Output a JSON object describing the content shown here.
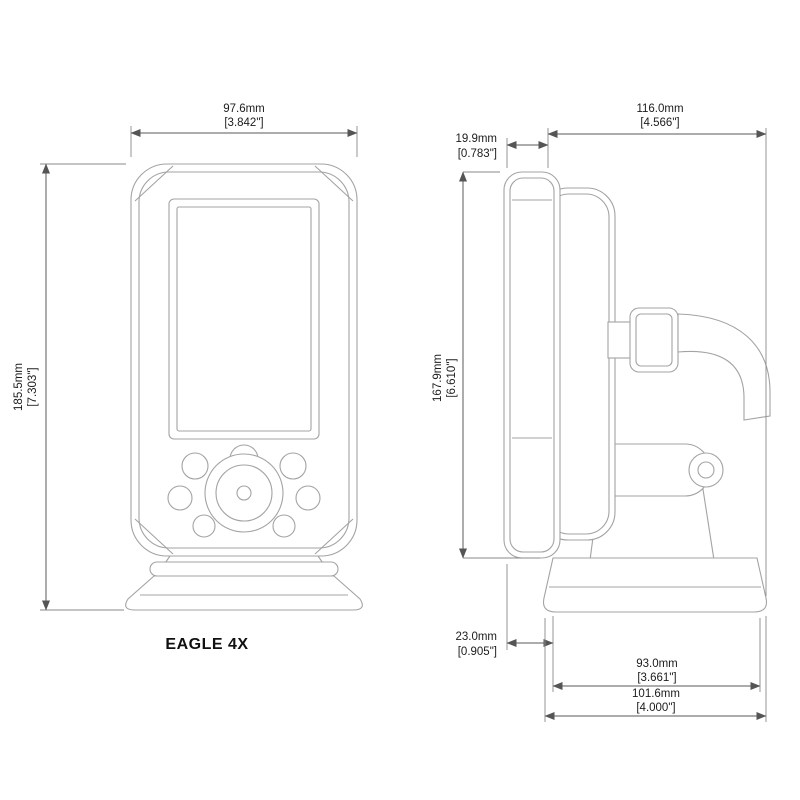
{
  "drawing": {
    "model_label": "EAGLE 4X"
  },
  "dimensions": {
    "front_width": {
      "mm": "97.6mm",
      "in": "[3.842\"]"
    },
    "front_height": {
      "mm": "185.5mm",
      "in": "[7.303\"]"
    },
    "side_depth": {
      "mm": "116.0mm",
      "in": "[4.566\"]"
    },
    "bezel_depth": {
      "mm": "19.9mm",
      "in": "[0.783\"]"
    },
    "side_height": {
      "mm": "167.9mm",
      "in": "[6.610\"]"
    },
    "base_offset": {
      "mm": "23.0mm",
      "in": "[0.905\"]"
    },
    "base_width": {
      "mm": "93.0mm",
      "in": "[3.661\"]"
    },
    "overall_depth": {
      "mm": "101.6mm",
      "in": "[4.000\"]"
    }
  }
}
